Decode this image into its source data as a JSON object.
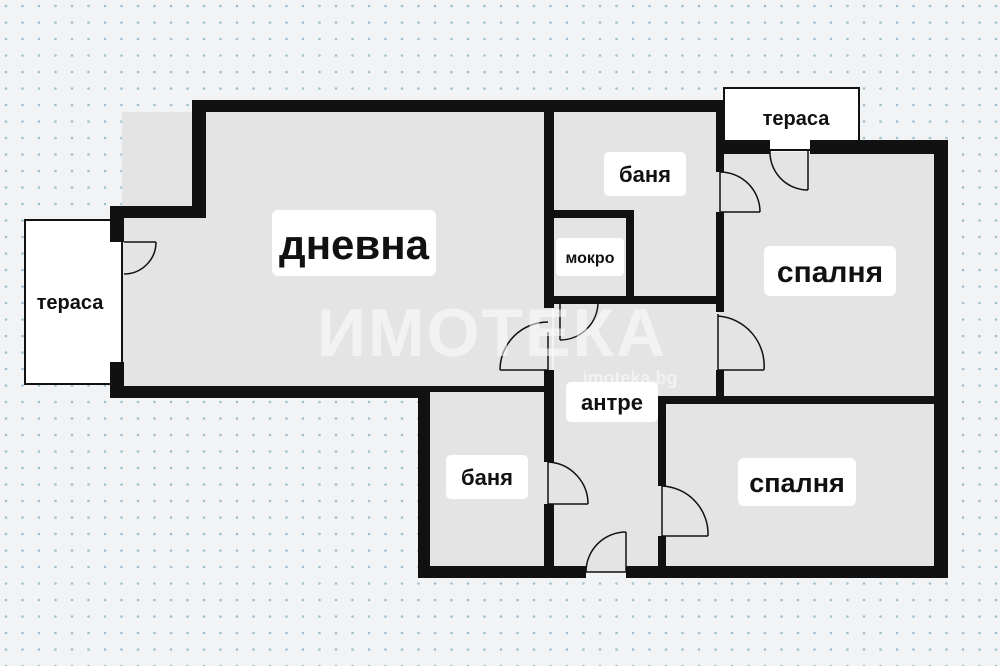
{
  "rooms": {
    "living": "дневна",
    "terrace_left": "тераса",
    "terrace_top": "тераса",
    "bath_top": "баня",
    "wet": "мокро",
    "bedroom_top": "спалня",
    "hall": "антре",
    "bath_bottom": "баня",
    "bedroom_bottom": "спалня"
  },
  "watermark": {
    "logo": "ИМОТЕКА",
    "site": "imoteka.bg"
  },
  "colors": {
    "background": "#f2f3f5",
    "dots": "#9fc0cf",
    "floor": "#e4e4e4",
    "wall": "#111111",
    "label_box": "#ffffff"
  }
}
